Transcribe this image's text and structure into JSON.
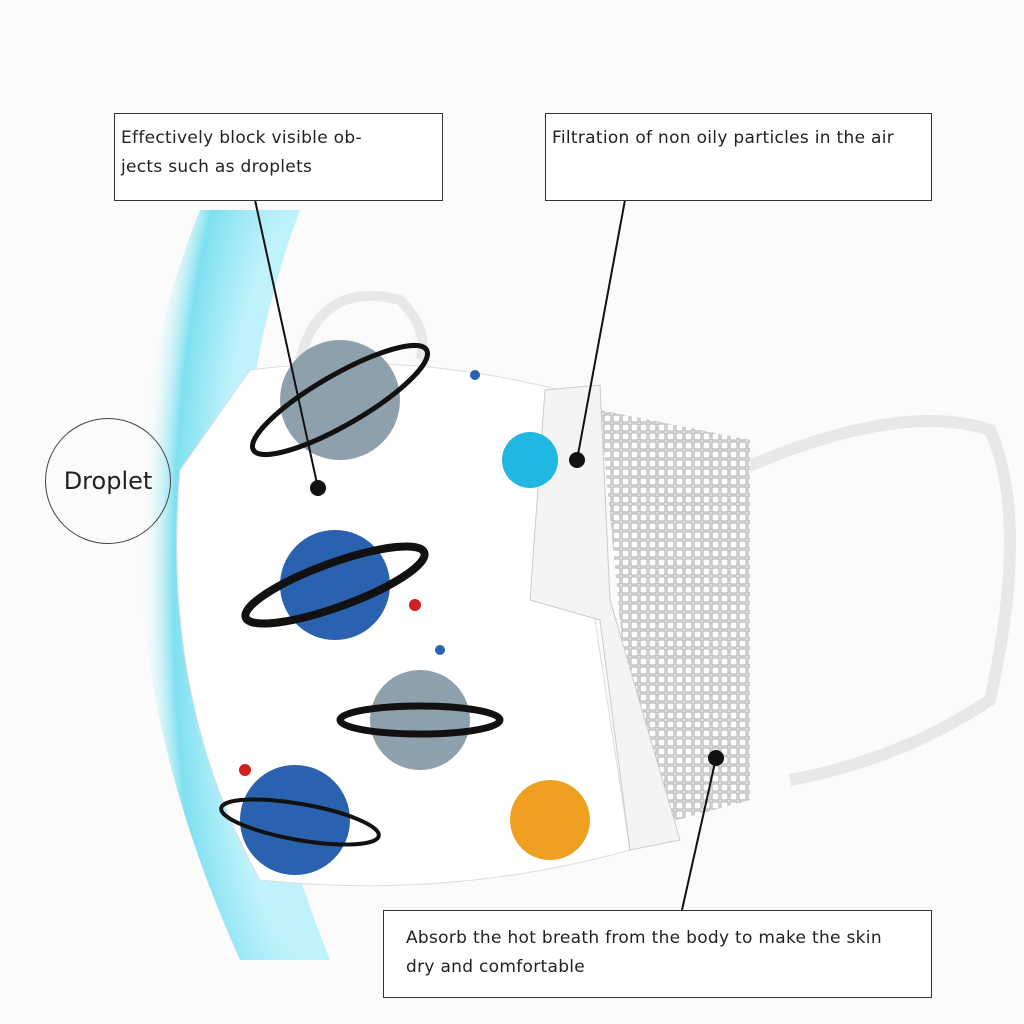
{
  "callouts": {
    "outer_layer": "Effectively block visible ob-\njects such as droplets",
    "middle_layer": "Filtration of non oily particles in the air",
    "inner_layer": "Absorb the hot breath from the body to make the skin dry and comfortable"
  },
  "droplet_label": "Droplet",
  "colors": {
    "droplet_glow": "#7fe0f0",
    "planet_blue": "#2a62b0",
    "planet_grey": "#8fa0ad",
    "planet_orange": "#f0a020",
    "planet_cyan": "#20b8e0"
  }
}
